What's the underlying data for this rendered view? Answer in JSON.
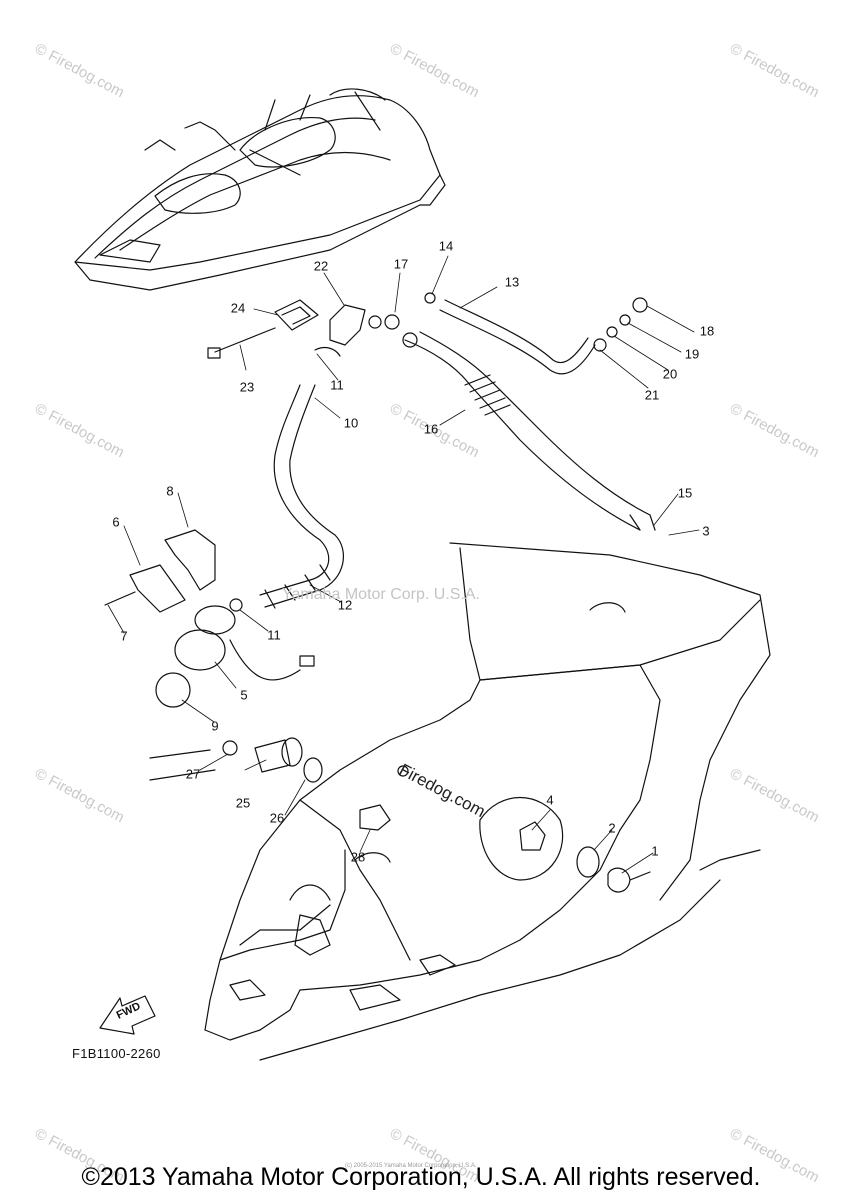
{
  "watermarks": {
    "corner_text": "© Firedog.com",
    "center_text": "Yamaha Motor Corp. U.S.A.",
    "inline_text": "Firedog.com"
  },
  "diagram_code": "F1B1100-2260",
  "fwd_label": "FWD",
  "callouts": [
    "1",
    "2",
    "3",
    "4",
    "5",
    "6",
    "7",
    "8",
    "9",
    "10",
    "11",
    "11",
    "12",
    "13",
    "14",
    "15",
    "16",
    "17",
    "18",
    "19",
    "20",
    "21",
    "22",
    "23",
    "24",
    "25",
    "26",
    "27",
    "28"
  ],
  "footer": {
    "tiny_credit": "(c) 2005-2015 Yamaha Motor Corporation, U.S.A.",
    "copyright": "©2013 Yamaha Motor Corporation, U.S.A. All rights reserved."
  }
}
